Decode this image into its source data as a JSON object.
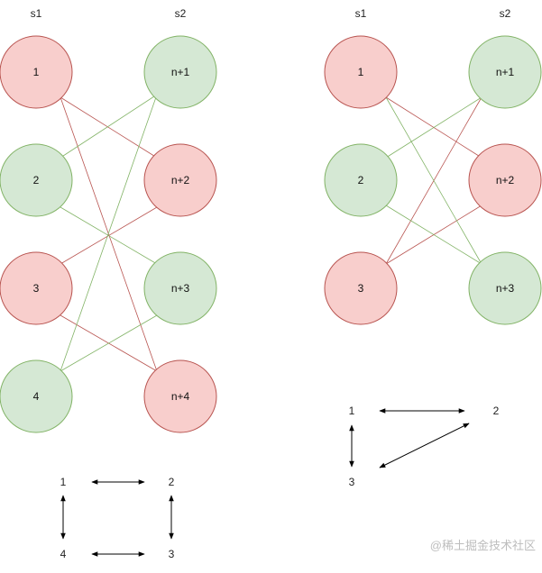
{
  "colors": {
    "red_fill": "#f8cecc",
    "red_stroke": "#b85450",
    "green_fill": "#d5e8d4",
    "green_stroke": "#82b366",
    "arrow": "#000000"
  },
  "left_diagram": {
    "col1_header": "s1",
    "col2_header": "s2",
    "nodes": [
      {
        "id": "L1",
        "label": "1",
        "color": "red"
      },
      {
        "id": "L2",
        "label": "2",
        "color": "green"
      },
      {
        "id": "L3",
        "label": "3",
        "color": "red"
      },
      {
        "id": "L4",
        "label": "4",
        "color": "green"
      },
      {
        "id": "Ln1",
        "label": "n+1",
        "color": "green"
      },
      {
        "id": "Ln2",
        "label": "n+2",
        "color": "red"
      },
      {
        "id": "Ln3",
        "label": "n+3",
        "color": "green"
      },
      {
        "id": "Ln4",
        "label": "n+4",
        "color": "red"
      }
    ],
    "edges": [
      {
        "from": "L1",
        "to": "Ln2",
        "color": "red"
      },
      {
        "from": "L1",
        "to": "Ln4",
        "color": "red"
      },
      {
        "from": "L3",
        "to": "Ln2",
        "color": "red"
      },
      {
        "from": "L3",
        "to": "Ln4",
        "color": "red"
      },
      {
        "from": "L2",
        "to": "Ln1",
        "color": "green"
      },
      {
        "from": "L2",
        "to": "Ln3",
        "color": "green"
      },
      {
        "from": "L4",
        "to": "Ln1",
        "color": "green"
      },
      {
        "from": "L4",
        "to": "Ln3",
        "color": "green"
      }
    ],
    "graph_labels": [
      "1",
      "2",
      "4",
      "3"
    ],
    "graph_arrows": [
      {
        "from": "1",
        "to": "2"
      },
      {
        "from": "1",
        "to": "4"
      },
      {
        "from": "2",
        "to": "3"
      },
      {
        "from": "4",
        "to": "3"
      }
    ]
  },
  "right_diagram": {
    "col1_header": "s1",
    "col2_header": "s2",
    "nodes": [
      {
        "id": "R1",
        "label": "1",
        "color": "red"
      },
      {
        "id": "R2",
        "label": "2",
        "color": "green"
      },
      {
        "id": "R3",
        "label": "3",
        "color": "red"
      },
      {
        "id": "Rn1",
        "label": "n+1",
        "color": "green"
      },
      {
        "id": "Rn2",
        "label": "n+2",
        "color": "red"
      },
      {
        "id": "Rn3",
        "label": "n+3",
        "color": "green"
      }
    ],
    "edges": [
      {
        "from": "R1",
        "to": "Rn2",
        "color": "red"
      },
      {
        "from": "R3",
        "to": "Rn1",
        "color": "red"
      },
      {
        "from": "R3",
        "to": "Rn2",
        "color": "red"
      },
      {
        "from": "R1",
        "to": "Rn3",
        "color": "green"
      },
      {
        "from": "R2",
        "to": "Rn1",
        "color": "green"
      },
      {
        "from": "R2",
        "to": "Rn3",
        "color": "green"
      }
    ],
    "graph_labels": [
      "1",
      "2",
      "3"
    ],
    "graph_arrows": [
      {
        "from": "1",
        "to": "2"
      },
      {
        "from": "1",
        "to": "3"
      },
      {
        "from": "3",
        "to": "2"
      }
    ]
  },
  "watermark": "@稀土掘金技术社区"
}
